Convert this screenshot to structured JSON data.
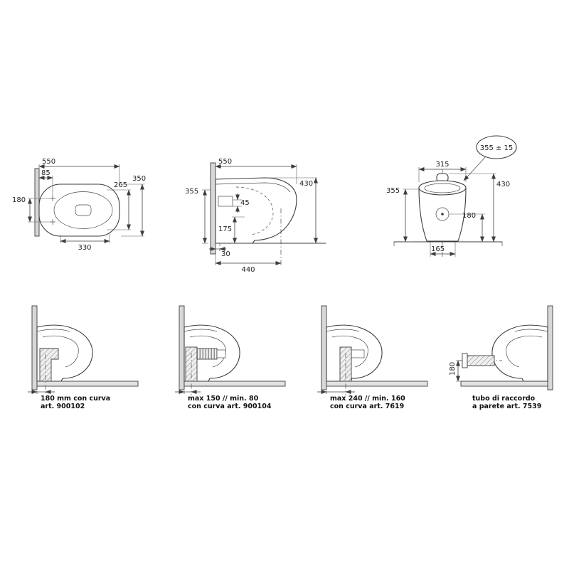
{
  "plan_view": {
    "dim_550": "550",
    "dim_85": "85",
    "dim_350": "350",
    "dim_265": "265",
    "dim_180": "180",
    "dim_330": "330"
  },
  "side_view": {
    "dim_550": "550",
    "dim_430": "430",
    "dim_355": "355",
    "dim_45": "45",
    "dim_175": "175",
    "dim_30": "30",
    "dim_440": "440"
  },
  "front_view": {
    "balloon": "355 ± 15",
    "dim_315": "315",
    "dim_430": "430",
    "dim_355": "355",
    "dim_180": "180",
    "dim_165": "165"
  },
  "variants": [
    {
      "caption_line1": "180 mm con curva",
      "caption_line2": "art. 900102"
    },
    {
      "caption_line1": "max 150 // min. 80",
      "caption_line2": "con curva art. 900104"
    },
    {
      "caption_line1": "max 240 // min. 160",
      "caption_line2": "con curva art. 7619"
    },
    {
      "dim_180": "180",
      "caption_line1": "tubo di raccordo",
      "caption_line2": "a parete art. 7539"
    }
  ]
}
